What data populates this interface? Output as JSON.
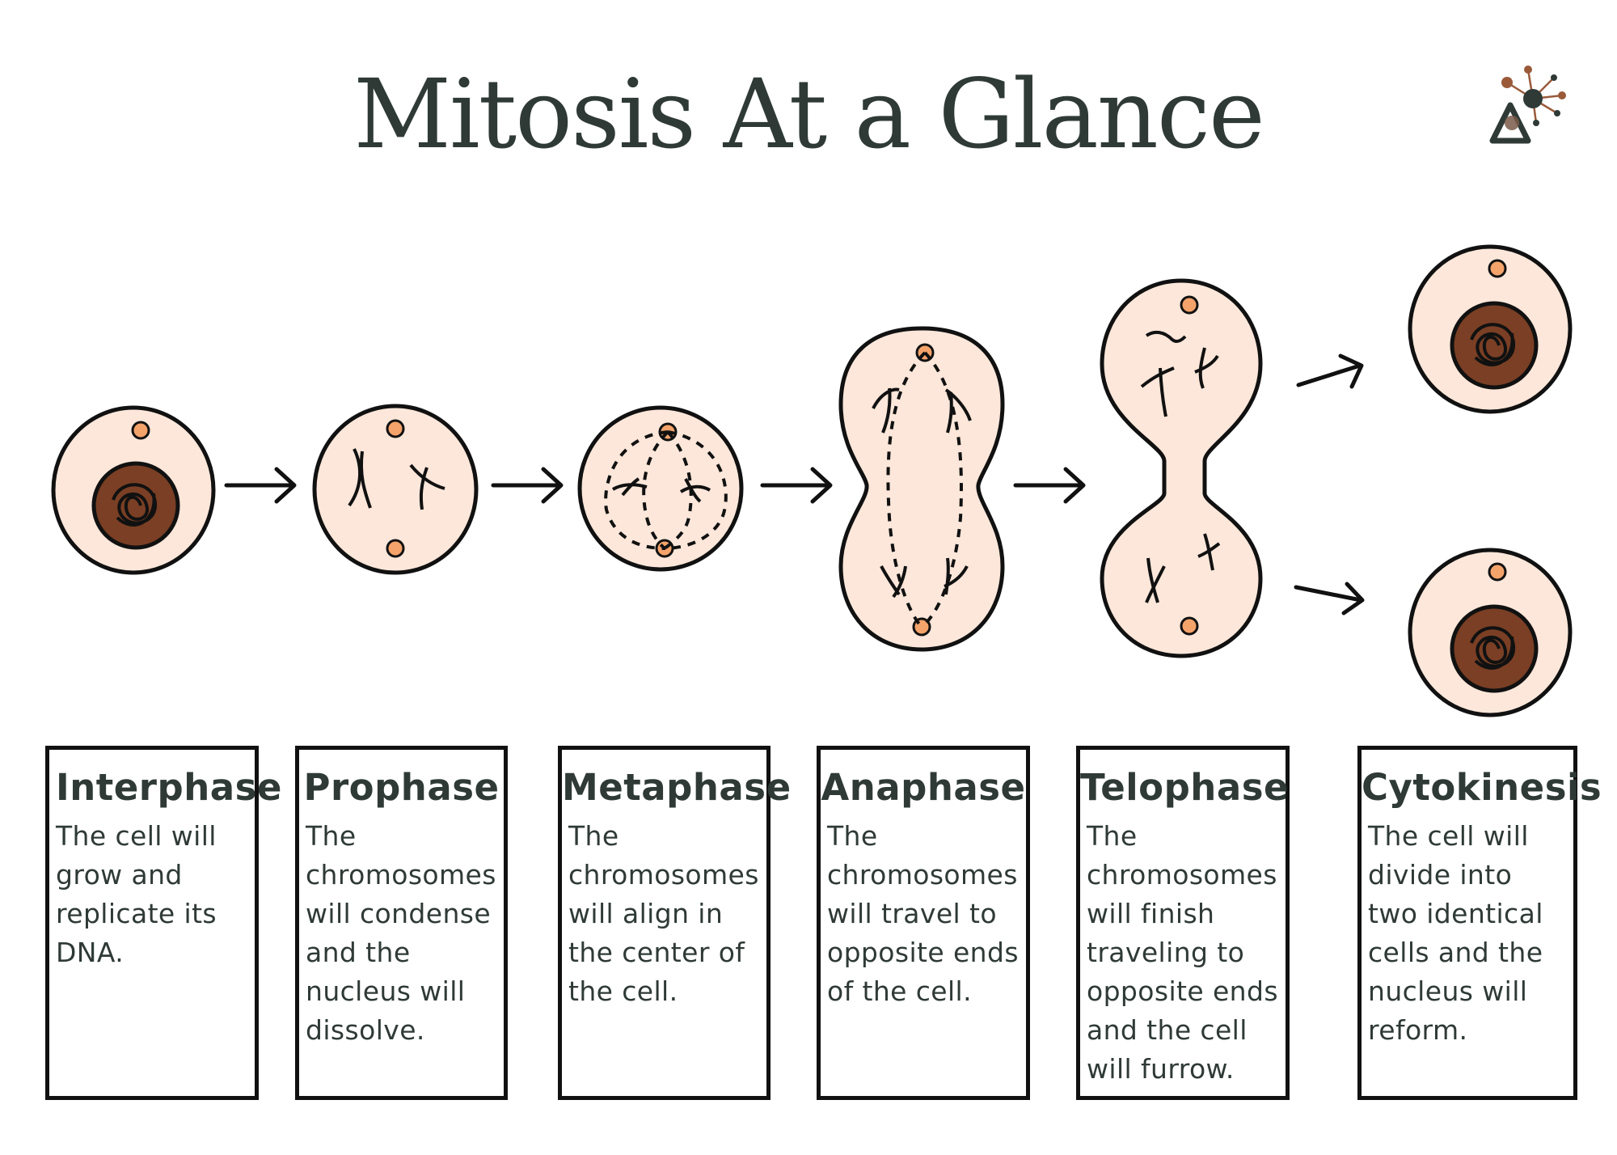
{
  "title": "Mitosis At a Glance",
  "logo": {
    "icon": "molecule-logo-icon"
  },
  "colors": {
    "cell_fill": "#fde7da",
    "outline": "#111111",
    "nucleus": "#7a3f24",
    "centrosome": "#f4a36b",
    "text": "#2f3a36"
  },
  "phases": [
    {
      "name": "Interphase",
      "description": "The cell will grow and replicate its DNA."
    },
    {
      "name": "Prophase",
      "description": "The chromosomes will condense and the nucleus will dissolve."
    },
    {
      "name": "Metaphase",
      "description": "The chromosomes will align in the center of the cell."
    },
    {
      "name": "Anaphase",
      "description": "The chromosomes will travel to opposite ends of the cell."
    },
    {
      "name": "Telophase",
      "description": "The chromosomes will finish traveling to opposite ends and the cell will furrow."
    },
    {
      "name": "Cytokinesis",
      "description": "The cell will divide into two identical cells and the nucleus will reform."
    }
  ]
}
